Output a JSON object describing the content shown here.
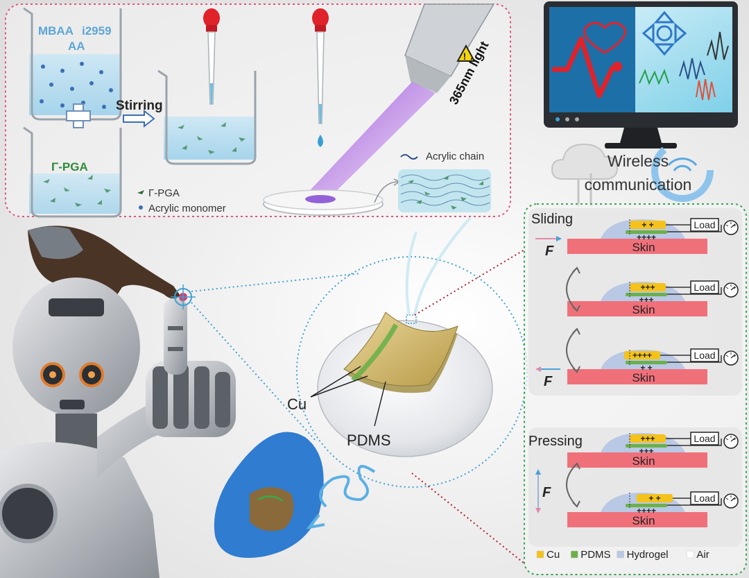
{
  "synthesis": {
    "beaker1_reagents": [
      "MBAA",
      "i2959",
      "AA"
    ],
    "beaker2_label": "Γ-PGA",
    "stirring": "Stirring",
    "light_label": "365nm light",
    "chain_legend": "Acrylic chain",
    "legend_pga": "Γ-PGA",
    "legend_monomer": "Acrylic monomer"
  },
  "wireless": {
    "line1": "Wireless",
    "line2": "communication"
  },
  "device": {
    "cu_label": "Cu",
    "pdms_label": "PDMS"
  },
  "mechanism": {
    "sliding_title": "Sliding",
    "pressing_title": "Pressing",
    "force_label": "F",
    "skin_label": "Skin",
    "load_label": "Load",
    "sliding_states": [
      {
        "top": "+ +",
        "bottom": "++++"
      },
      {
        "top": "+++",
        "bottom": "+++"
      },
      {
        "top": "++++",
        "bottom": "+ +"
      }
    ],
    "pressing_states": [
      {
        "top": "+++",
        "bottom": "+++"
      },
      {
        "top": "+ +",
        "bottom": "++++"
      }
    ],
    "legend": [
      {
        "label": "Cu",
        "color": "#f4c21a"
      },
      {
        "label": "PDMS",
        "color": "#6bb04a"
      },
      {
        "label": "Hydrogel",
        "color": "#b9c8e4"
      },
      {
        "label": "Air",
        "color": "#ffffff"
      }
    ]
  },
  "colors": {
    "synthesis_border": "#e0557a",
    "mechanism_border": "#2fa84f",
    "zoom_circle": "#3ea0d0",
    "skin": "#f0707a",
    "uv_beam": "#b06ae8"
  }
}
